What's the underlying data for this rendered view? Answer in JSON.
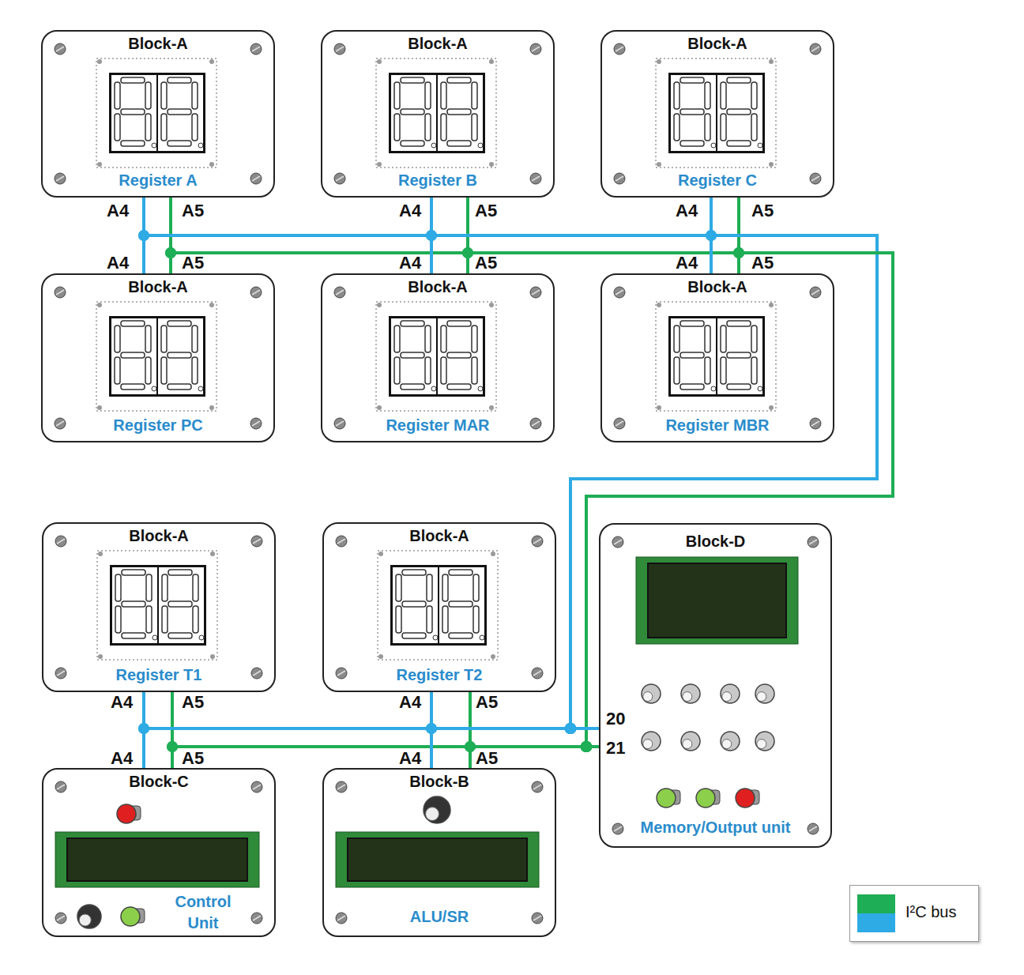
{
  "diagram": {
    "nodes": [
      {
        "text": [
          "Block-A",
          "Register A"
        ]
      },
      {
        "text": [
          "Block-A",
          "Register B"
        ]
      },
      {
        "text": [
          "Block-A",
          "Register C"
        ]
      },
      {
        "text": [
          "Block-A",
          "Register PC"
        ]
      },
      {
        "text": [
          "Block-A",
          "Register MAR"
        ]
      },
      {
        "text": [
          "Block-A",
          "Register MBR"
        ]
      },
      {
        "text": [
          "Block-A",
          "Register T1"
        ]
      },
      {
        "text": [
          "Block-A",
          "Register T2"
        ]
      },
      {
        "text": [
          "Block-C",
          "Control Unit"
        ]
      },
      {
        "text": [
          "Block-B",
          "ALU/SR"
        ]
      },
      {
        "text": [
          "Block-D",
          "Memory/Output unit"
        ]
      }
    ],
    "edges": [
      {
        "from": 0,
        "to": 10,
        "arrow": "none"
      },
      {
        "from": 1,
        "to": 10,
        "arrow": "none"
      },
      {
        "from": 2,
        "to": 10,
        "arrow": "none"
      },
      {
        "from": 3,
        "to": 10,
        "arrow": "none"
      },
      {
        "from": 4,
        "to": 10,
        "arrow": "none"
      },
      {
        "from": 5,
        "to": 10,
        "arrow": "none"
      },
      {
        "from": 6,
        "to": 10,
        "arrow": "none"
      },
      {
        "from": 7,
        "to": 10,
        "arrow": "none"
      },
      {
        "from": 8,
        "to": 10,
        "arrow": "none"
      },
      {
        "from": 9,
        "to": 10,
        "arrow": "none"
      }
    ],
    "labels": [
      "A4",
      "A5",
      "A4",
      "A5",
      "A4",
      "A5",
      "A4",
      "A5",
      "A4",
      "A5",
      "A4",
      "A5",
      "A4",
      "A5",
      "A4",
      "A5",
      "A4",
      "A5",
      "A4",
      "A5",
      "20",
      "21"
    ],
    "legend": [
      {
        "text": "I²C bus"
      }
    ]
  }
}
